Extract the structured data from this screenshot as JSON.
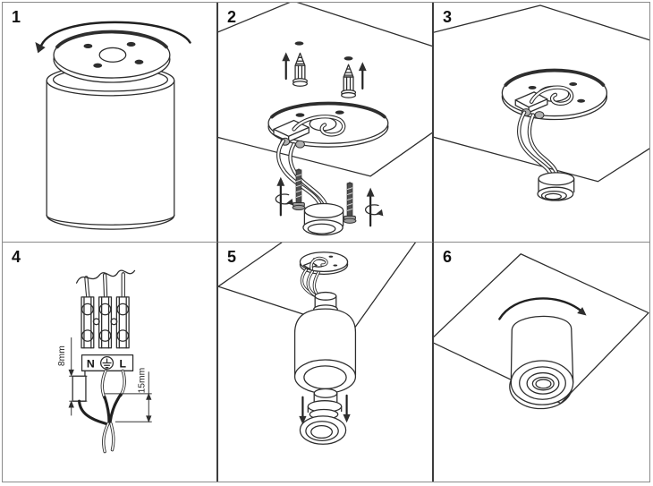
{
  "steps": [
    {
      "label": "1"
    },
    {
      "label": "2"
    },
    {
      "label": "3"
    },
    {
      "label": "4"
    },
    {
      "label": "5"
    },
    {
      "label": "6"
    }
  ],
  "panel4": {
    "terminal_labels": {
      "neutral": "N",
      "earth_icon": "earth-ground-symbol",
      "live": "L"
    },
    "dimensions": {
      "wire_strip_upper": "8mm",
      "wire_strip_lower": "15mm"
    }
  },
  "icons": [
    "rotate-counterclockwise-arrow-icon",
    "anchor-insert-up-arrow-icon",
    "screw-tighten-icon",
    "bulb-insert-down-arrow-icon",
    "earth-ground-icon",
    "rotate-clockwise-arrow-icon"
  ],
  "colors": {
    "line": "#2e2e2e",
    "screw_body": "#4f4f4f",
    "screw_head": "#9a9a9a",
    "divider_dark": "#3c3c3c",
    "divider_light": "#8a8a8a",
    "background": "#ffffff",
    "text": "#111111"
  }
}
